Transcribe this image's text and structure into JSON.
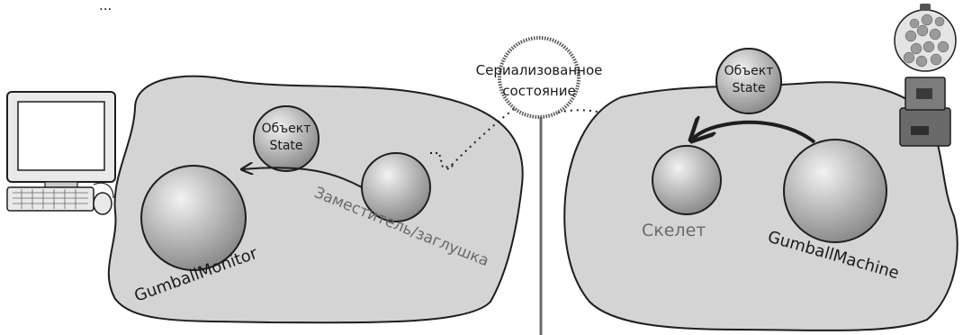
{
  "header_fragment": "...",
  "serialized_state_label_line1": "Сериализованное",
  "serialized_state_label_line2": "состояние",
  "left": {
    "state_object_line1": "Объект",
    "state_object_line2": "State",
    "monitor_label": "GumballMonitor",
    "proxy_label": "Заместитель/заглушка"
  },
  "right": {
    "state_object_line1": "Объект",
    "state_object_line2": "State",
    "skeleton_label": "Скелет",
    "machine_label": "GumballMachine"
  },
  "colors": {
    "blob_fill": "#d4d4d4",
    "sphere_fill": "#b8b8b8",
    "outline": "#1e1e1e"
  }
}
